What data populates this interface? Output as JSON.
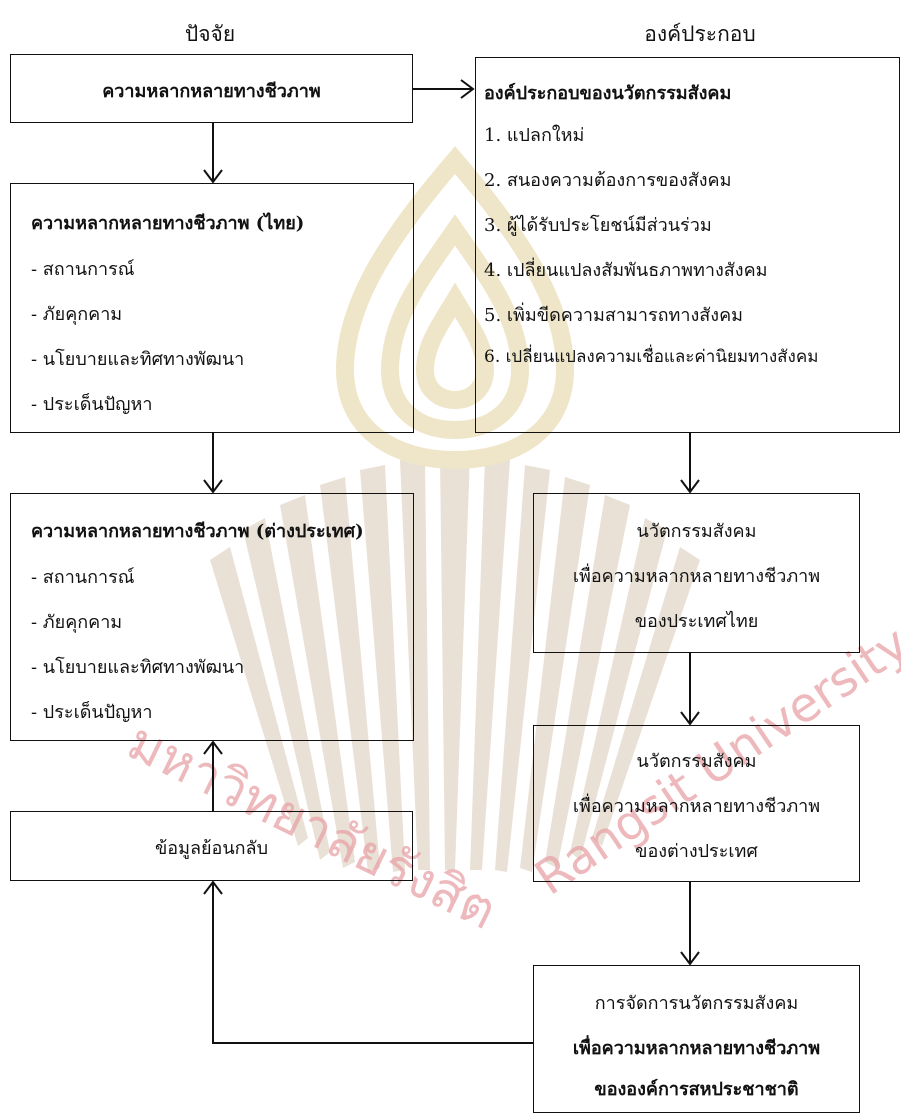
{
  "headers": {
    "left": "ปัจจัย",
    "right": "องค์ประกอบ"
  },
  "box_biodiversity": {
    "title": "ความหลากหลายทางชีวภาพ"
  },
  "box_thai": {
    "title": "ความหลากหลายทางชีวภาพ (ไทย)",
    "items": [
      "- สถานการณ์",
      "- ภัยคุกคาม",
      "- นโยบายและทิศทางพัฒนา",
      "- ประเด็นปัญหา"
    ]
  },
  "box_foreign": {
    "title": "ความหลากหลายทางชีวภาพ (ต่างประเทศ)",
    "items": [
      "- สถานการณ์",
      "- ภัยคุกคาม",
      "- นโยบายและทิศทางพัฒนา",
      "- ประเด็นปัญหา"
    ]
  },
  "box_feedback": {
    "label": "ข้อมูลย้อนกลับ"
  },
  "box_components": {
    "title": "องค์ประกอบของนวัตกรรมสังคม",
    "items": [
      "1. แปลกใหม่",
      "2. สนองความต้องการของสังคม",
      "3. ผู้ได้รับประโยชน์มีส่วนร่วม",
      "4. เปลี่ยนแปลงสัมพันธภาพทางสังคม",
      "5. เพิ่มขีดความสามารถทางสังคม",
      "6. เปลี่ยนแปลงความเชื่อและค่านิยมทางสังคม"
    ]
  },
  "box_innov_thai": {
    "lines": [
      "นวัตกรรมสังคม",
      "เพื่อความหลากหลายทางชีวภาพ",
      "ของประเทศไทย"
    ]
  },
  "box_innov_foreign": {
    "lines": [
      "นวัตกรรมสังคม",
      "เพื่อความหลากหลายทางชีวภาพ",
      "ของต่างประเทศ"
    ]
  },
  "box_un": {
    "lines": [
      "การจัดการนวัตกรรมสังคม",
      "เพื่อความหลากหลายทางชีวภาพ",
      "ขององค์การสหประชาชาติ"
    ]
  },
  "watermark": {
    "text_thai": "มหาวิทยาลัยรังสิต",
    "text_en": "Rangsit University"
  },
  "colors": {
    "watermark_rays": "#e7ddd2",
    "watermark_logo": "#efe6c9",
    "watermark_text": "#e8a2a6"
  }
}
